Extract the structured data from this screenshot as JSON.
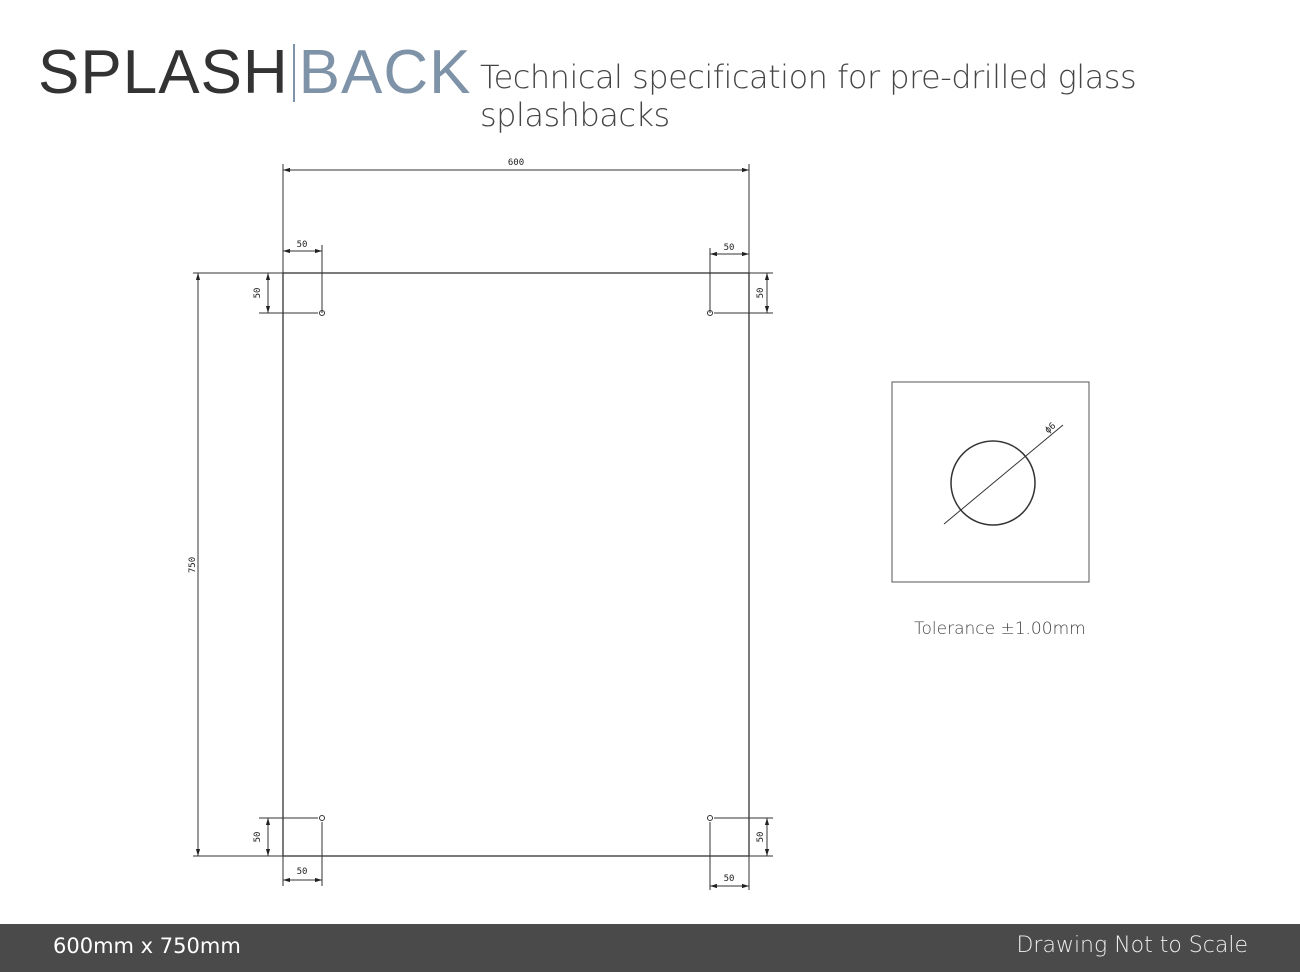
{
  "header": {
    "logo_part1": "SPLASH",
    "logo_part2": "BACK",
    "subtitle": "Technical specification for pre-drilled glass splashbacks"
  },
  "colors": {
    "logo_dark": "#333333",
    "logo_accent": "#7f93a8",
    "footer_bg": "#4a4a4a"
  },
  "drawing": {
    "width_label": "600",
    "height_label": "750",
    "offset_labels": {
      "top_left_h": "50",
      "top_left_v": "50",
      "top_right_h": "50",
      "top_right_v": "50",
      "bottom_left_h": "50",
      "bottom_left_v": "50",
      "bottom_right_h": "50",
      "bottom_right_v": "50"
    },
    "hole_detail": {
      "diameter_label": "ϕ6"
    },
    "tolerance": "Tolerance ±1.00mm"
  },
  "footer": {
    "size": "600mm x 750mm",
    "note": "Drawing Not to Scale"
  }
}
